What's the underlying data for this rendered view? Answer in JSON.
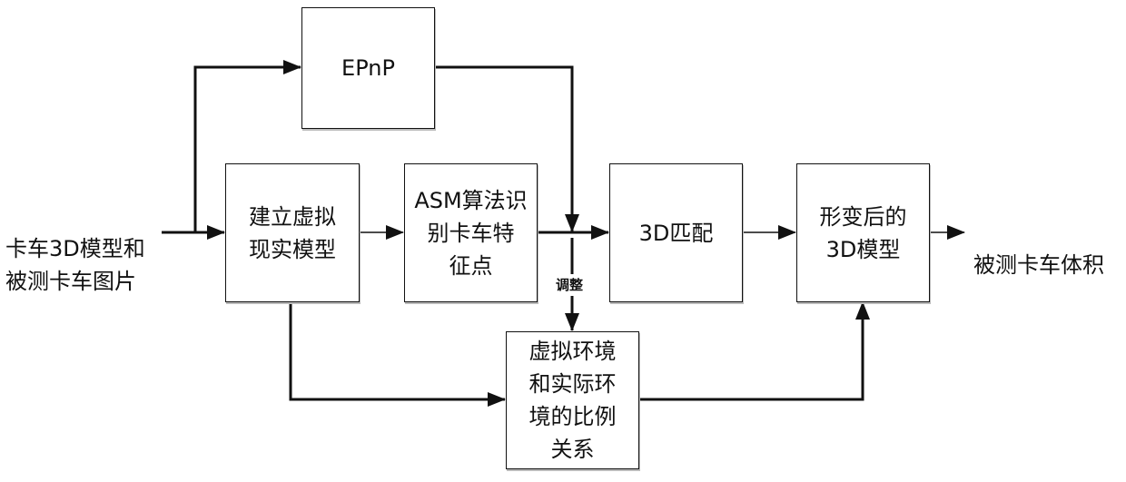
{
  "input_label": "卡车3D模型和\n被测卡车图片",
  "output_label": "被测卡车体积",
  "boxes": {
    "epnp": "EPnP",
    "build_vr_model": "建立虚拟\n现实模型",
    "asm_detect": "ASM算法识\n别卡车特\n征点",
    "match_3d": "3D匹配",
    "deformed_model": "形变后的\n3D模型",
    "scale_relation": "虚拟环境\n和实际环\n境的比例\n关系"
  },
  "edge_labels": {
    "adjust": "调整"
  },
  "colors": {
    "line": "#111111",
    "box_border": "#111111",
    "background": "#ffffff"
  }
}
